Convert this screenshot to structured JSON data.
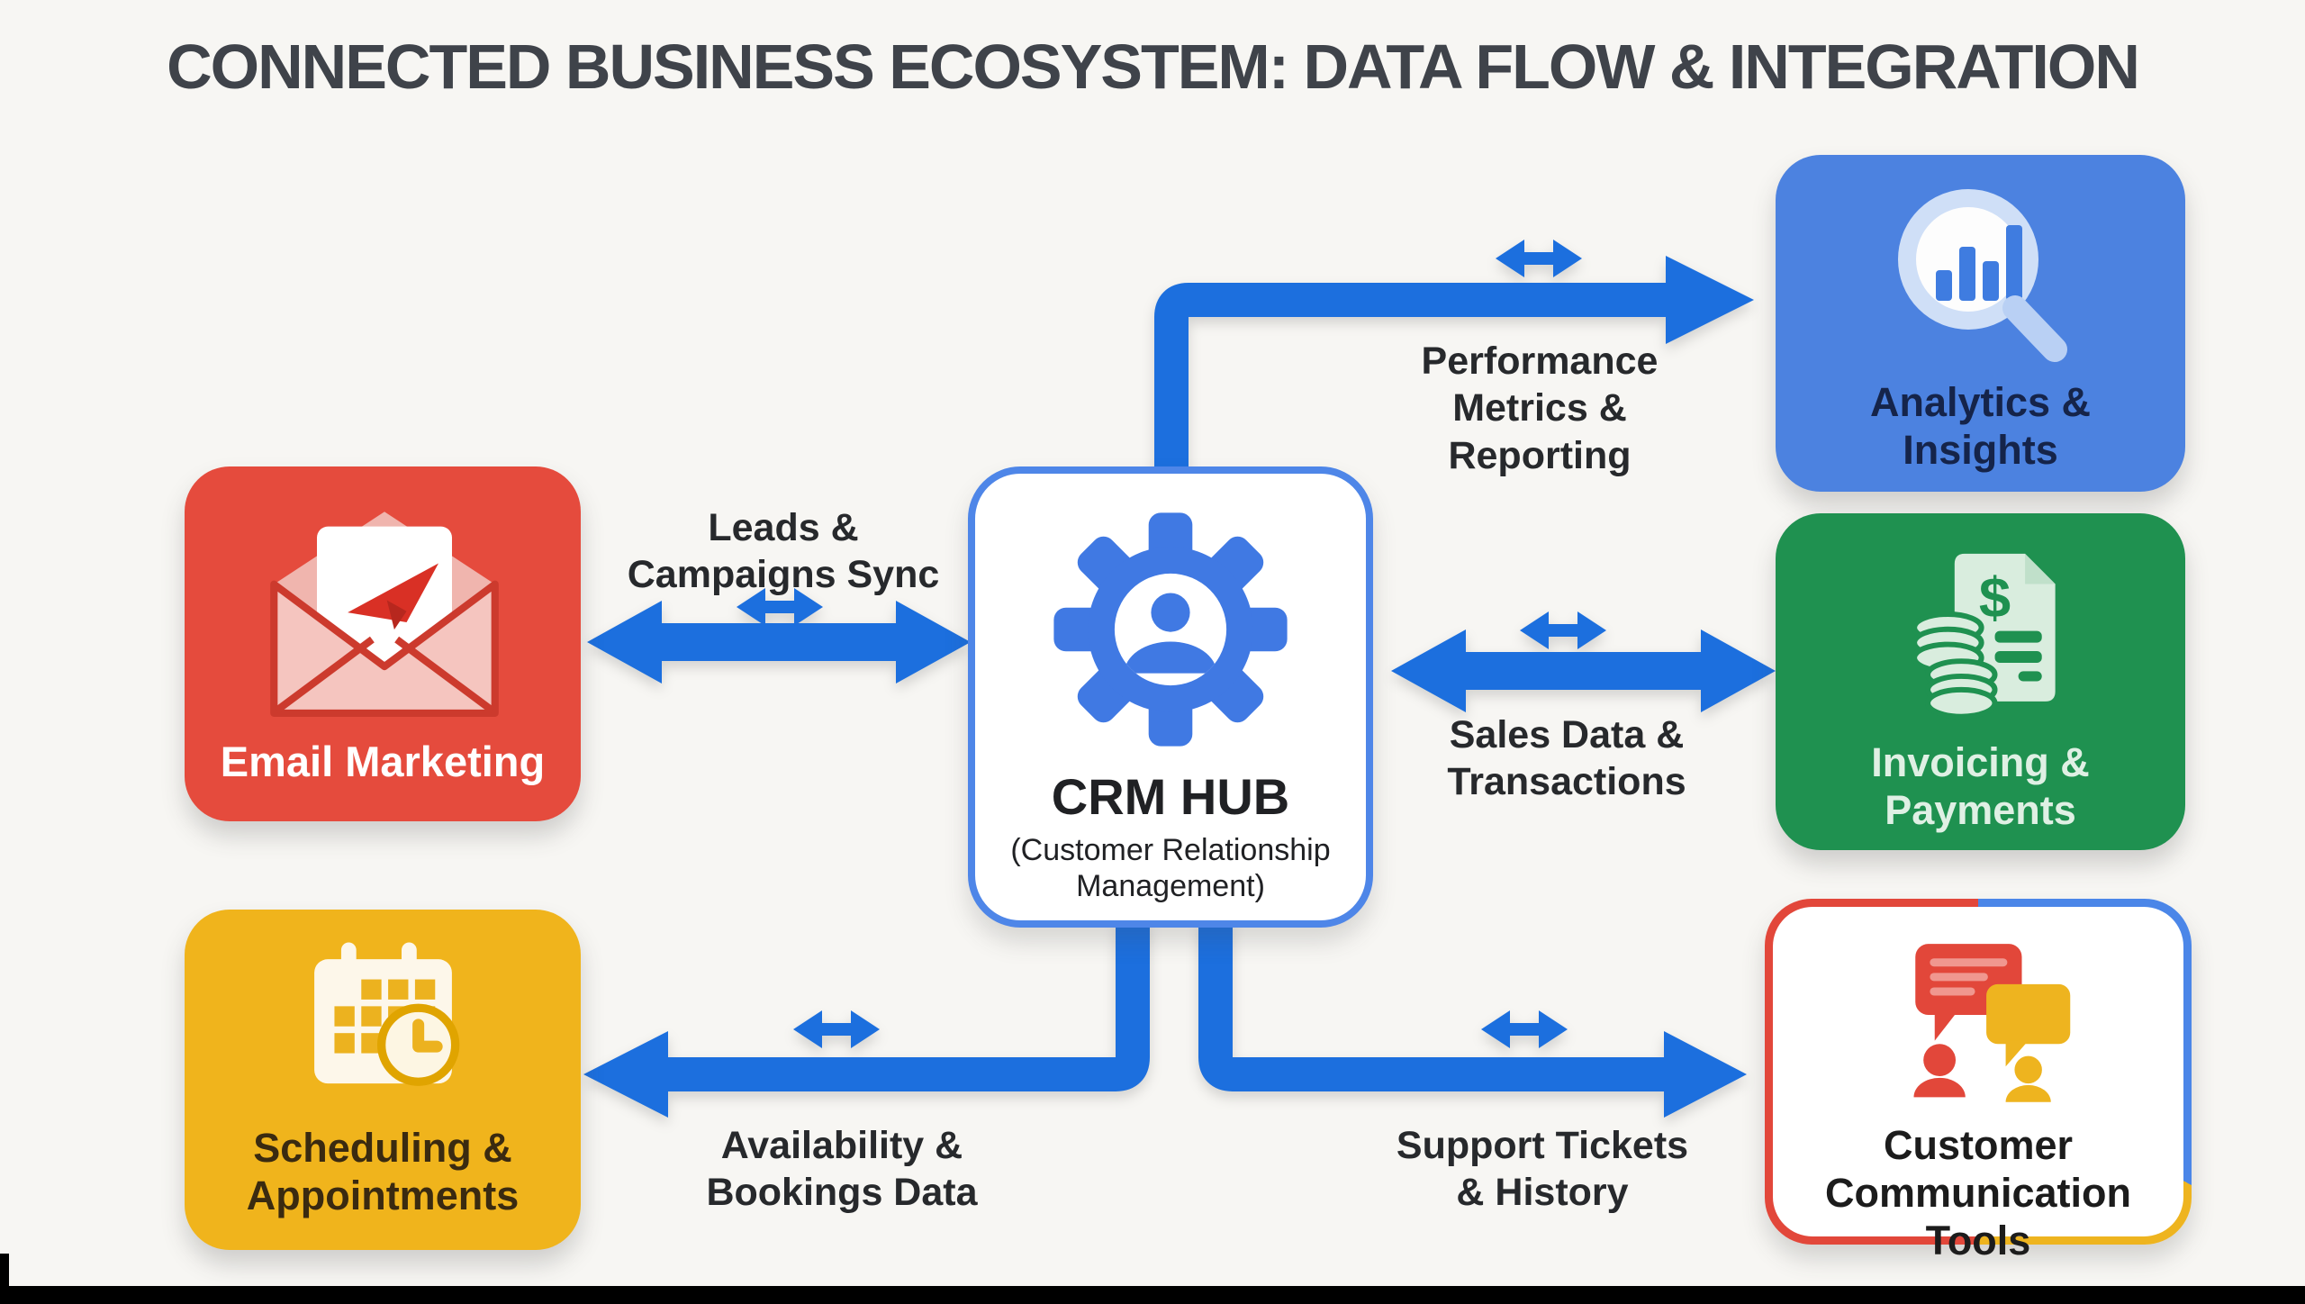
{
  "title": "CONNECTED BUSINESS ECOSYSTEM: DATA FLOW & INTEGRATION",
  "colors": {
    "background": "#f7f6f3",
    "arrow_blue": "#1c6fde",
    "email_red": "#e54b3d",
    "analytics_blue": "#4c82e0",
    "invoicing_green": "#1f9150",
    "scheduling_yellow": "#f0b41c",
    "crm_border_blue": "#4e86e8",
    "comms_border": [
      "#e2473a",
      "#4b86e8",
      "#eeb41f"
    ],
    "bottom_bar": "#000000"
  },
  "nodes": {
    "email": {
      "label": "Email Marketing",
      "icon": "open-envelope-paper-plane-icon",
      "color": "#e54b3d"
    },
    "crm": {
      "label": "CRM HUB",
      "sublabel": "(Customer Relationship\nManagement)",
      "icon": "gear-user-icon",
      "border_color": "#4e86e8"
    },
    "analytics": {
      "label": "Analytics &\nInsights",
      "icon": "magnifier-bar-chart-icon",
      "color": "#4c82e0"
    },
    "invoicing": {
      "label": "Invoicing &\nPayments",
      "icon": "invoice-document-coins-icon",
      "color": "#1f9150"
    },
    "scheduling": {
      "label": "Scheduling &\nAppointments",
      "icon": "calendar-clock-icon",
      "color": "#f0b41c"
    },
    "comms": {
      "label": "Customer\nCommunication Tools",
      "icon": "chat-bubbles-people-icon",
      "border_colors": [
        "#e2473a",
        "#4b86e8",
        "#eeb41f"
      ]
    }
  },
  "edges": {
    "leads": {
      "label": "Leads &\nCampaigns Sync",
      "from": "Email Marketing",
      "to": "CRM HUB",
      "style": "double-arrow"
    },
    "performance": {
      "label": "Performance\nMetrics &\nReporting",
      "from": "CRM HUB",
      "to": "Analytics & Insights",
      "style": "elbow-arrow"
    },
    "sales": {
      "label": "Sales Data &\nTransactions",
      "from": "CRM HUB",
      "to": "Invoicing & Payments",
      "style": "double-arrow"
    },
    "availability": {
      "label": "Availability &\nBookings Data",
      "from": "CRM HUB",
      "to": "Scheduling & Appointments",
      "style": "elbow-arrow"
    },
    "support": {
      "label": "Support Tickets\n& History",
      "from": "CRM HUB",
      "to": "Customer Communication Tools",
      "style": "elbow-arrow"
    }
  }
}
